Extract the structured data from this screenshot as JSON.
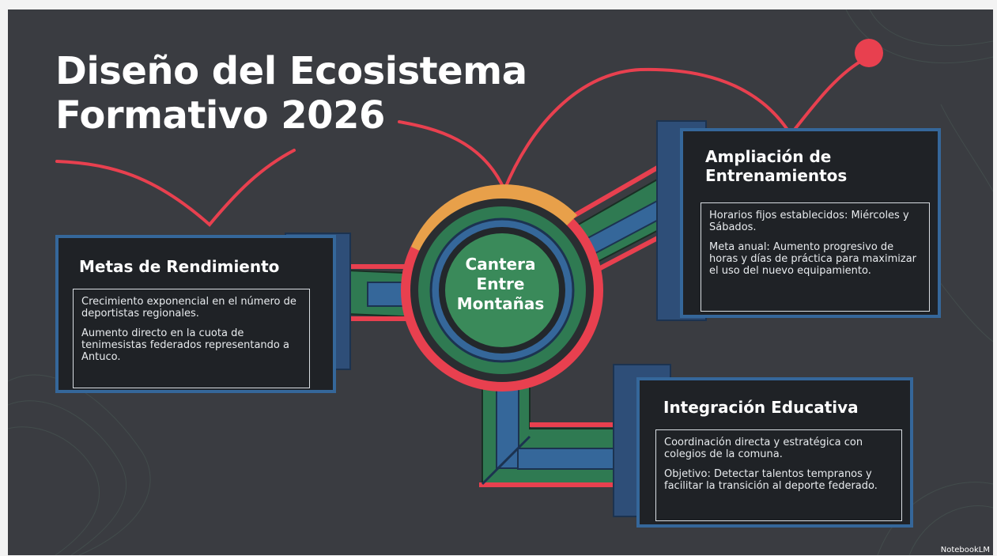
{
  "title": {
    "line1": "Diseño del Ecosistema",
    "line2": "Formativo 2026"
  },
  "hub": {
    "line1": "Cantera",
    "line2": "Entre",
    "line3": "Montañas"
  },
  "cards": {
    "metas": {
      "title": "Metas de Rendimiento",
      "p1": "Crecimiento exponencial en el número de deportistas regionales.",
      "p2": "Aumento directo en la cuota de tenimesistas federados representando a Antuco."
    },
    "ampliacion": {
      "title_line1": "Ampliación de",
      "title_line2": "Entrenamientos",
      "p1": "Horarios fijos establecidos: Miércoles y Sábados.",
      "p2": "Meta anual: Aumento progresivo de horas y días de práctica para maximizar el uso del nuevo equipamiento."
    },
    "integracion": {
      "title": "Integración Educativa",
      "p1": "Coordinación directa y estratégica con colegios de la comuna.",
      "p2": "Objetivo: Detectar talentos tempranos y facilitar la transición al deporte federado."
    }
  },
  "credit": "NotebookLM",
  "colors": {
    "background": "#3a3c41",
    "accent_red": "#e8404f",
    "pipe_green": "#2f7a52",
    "card_blue": "#35679a",
    "hub_orange": "#e8a04a"
  }
}
